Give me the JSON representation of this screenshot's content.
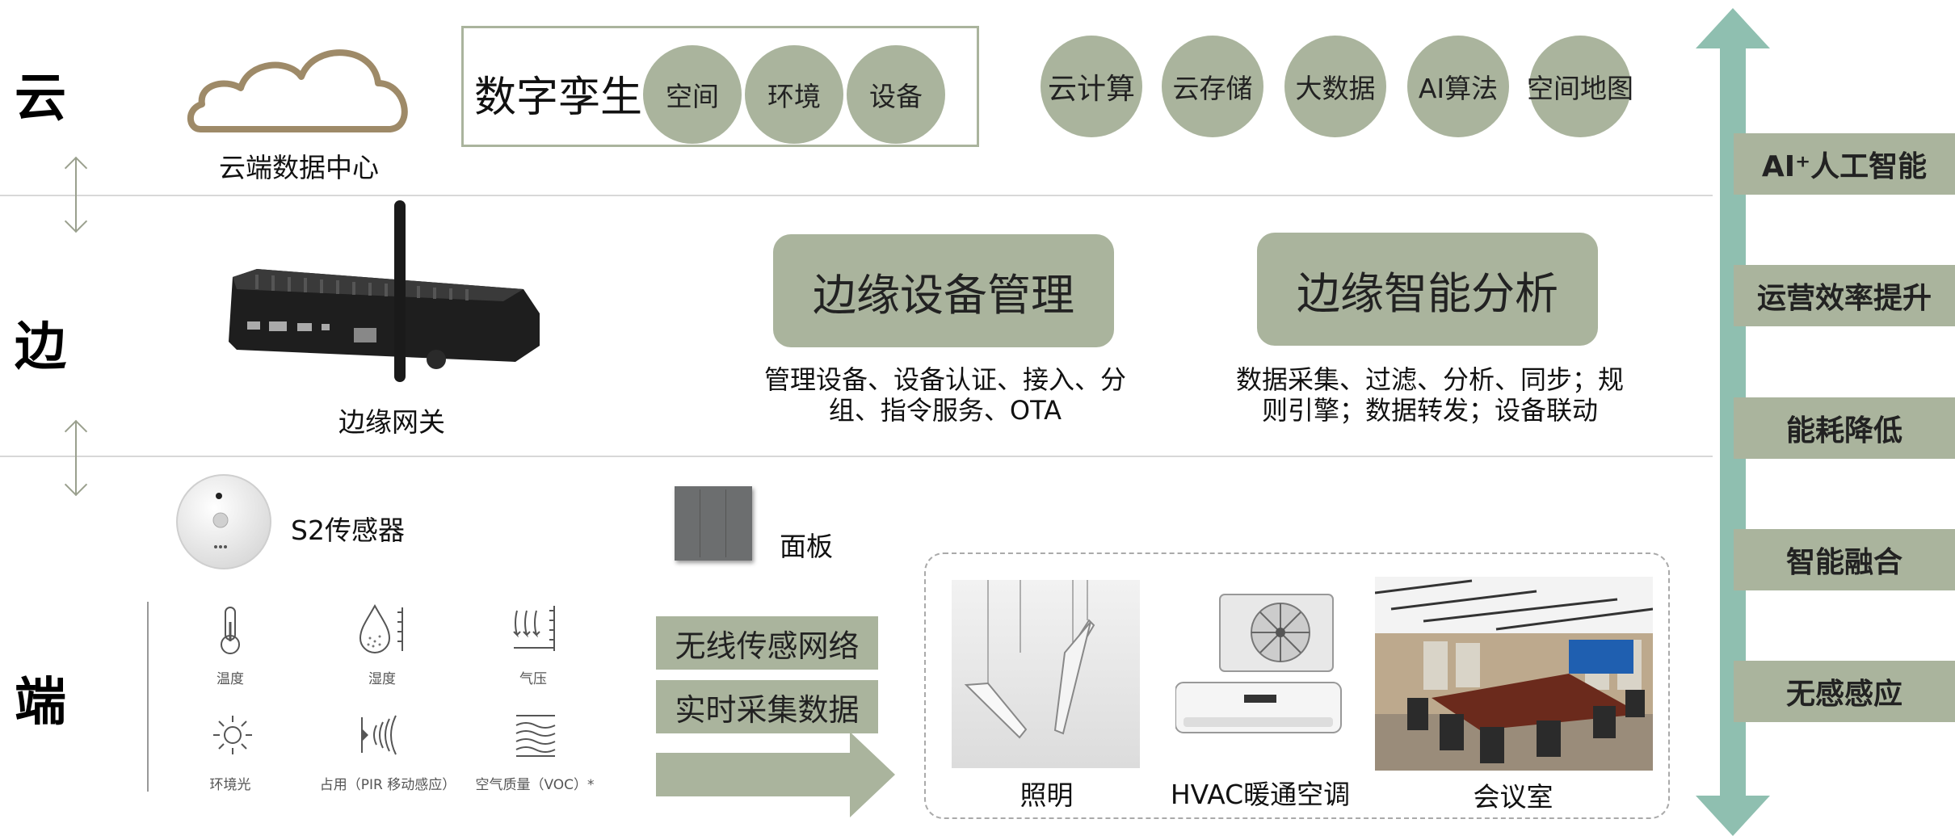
{
  "layers": {
    "cloud": "云",
    "edge": "边",
    "device": "端"
  },
  "cloud": {
    "datacenter_label": "云端数据中心",
    "twin": {
      "title": "数字孪生",
      "items": [
        "空间",
        "环境",
        "设备"
      ]
    },
    "services": [
      "云计算",
      "云存储",
      "大数据",
      "AI算法",
      "空间地图"
    ]
  },
  "edge": {
    "gateway_label": "边缘网关",
    "mgmt": {
      "title": "边缘设备管理",
      "desc_line1": "管理设备、设备认证、接入、分",
      "desc_line2": "组、指令服务、OTA"
    },
    "analysis": {
      "title": "边缘智能分析",
      "desc_line1": "数据采集、过滤、分析、同步；规",
      "desc_line2": "则引擎；数据转发；设备联动"
    }
  },
  "device": {
    "sensor_label": "S2传感器",
    "panel_label": "面板",
    "sensor_types": [
      "温度",
      "湿度",
      "气压",
      "环境光",
      "占用（PIR 移动感应）",
      "空气质量（VOC）*"
    ],
    "network_label": "无线传感网络",
    "collect_label": "实时采集数据",
    "targets": [
      "照明",
      "HVAC暖通空调",
      "会议室"
    ]
  },
  "benefits": [
    "AI⁺人工智能",
    "运营效率提升",
    "能耗降低",
    "智能融合",
    "无感感应"
  ],
  "colors": {
    "accent": "#aab49d",
    "arrow": "#8fbfb0",
    "divider": "#d8d8d8"
  }
}
